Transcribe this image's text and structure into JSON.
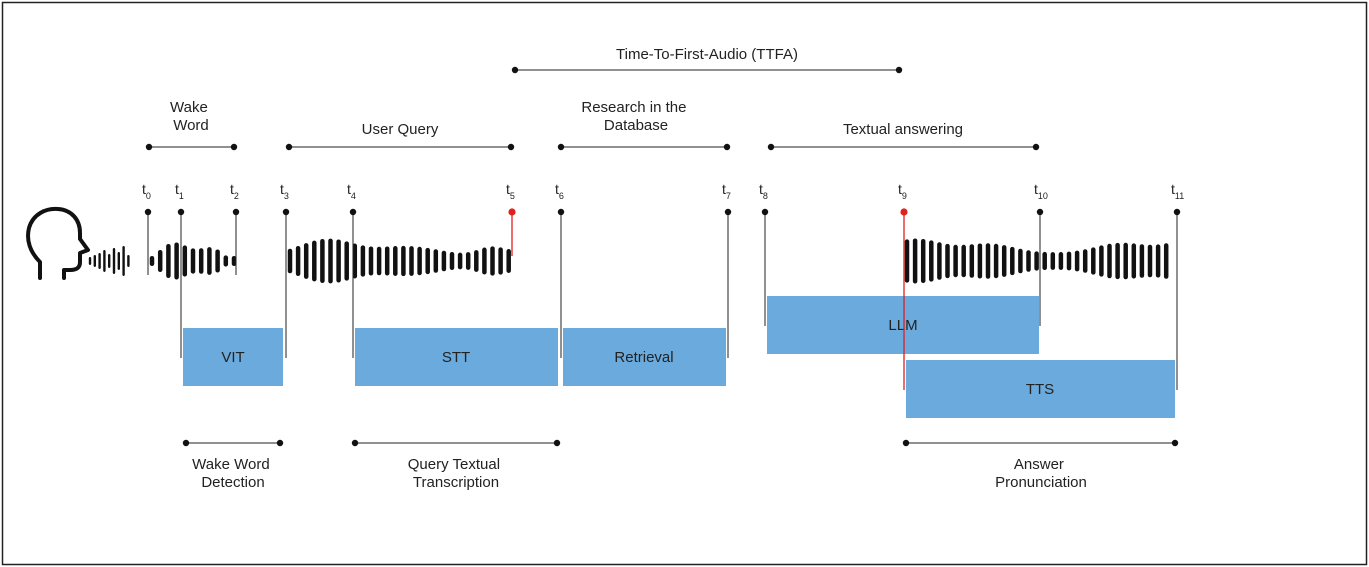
{
  "colors": {
    "block": "#6aaadc",
    "ink": "#222222",
    "accent": "#e0211d",
    "frame": "#222222"
  },
  "icons": {
    "speaker": "speaking-head-icon"
  },
  "ttfa": {
    "label": "Time-To-First-Audio (TTFA)"
  },
  "top_spans": [
    {
      "label": [
        "Wake",
        "Word"
      ]
    },
    {
      "label": [
        "User Query"
      ]
    },
    {
      "label": [
        "Research in the",
        "Database"
      ]
    },
    {
      "label": [
        "Textual answering"
      ]
    }
  ],
  "ticks": [
    {
      "base": "t",
      "sub": "0"
    },
    {
      "base": "t",
      "sub": "1"
    },
    {
      "base": "t",
      "sub": "2"
    },
    {
      "base": "t",
      "sub": "3"
    },
    {
      "base": "t",
      "sub": "4"
    },
    {
      "base": "t",
      "sub": "5",
      "highlight": true
    },
    {
      "base": "t",
      "sub": "6"
    },
    {
      "base": "t",
      "sub": "7"
    },
    {
      "base": "t",
      "sub": "8"
    },
    {
      "base": "t",
      "sub": "9",
      "highlight": true
    },
    {
      "base": "t",
      "sub": "10"
    },
    {
      "base": "t",
      "sub": "11"
    }
  ],
  "blocks": [
    {
      "label": "VIT"
    },
    {
      "label": "STT"
    },
    {
      "label": "Retrieval"
    },
    {
      "label": "LLM"
    },
    {
      "label": "TTS"
    }
  ],
  "bottom_spans": [
    {
      "label": [
        "Wake Word",
        "Detection"
      ]
    },
    {
      "label": [
        "Query Textual",
        "Transcription"
      ]
    },
    {
      "label": [
        "Answer",
        "Pronunciation"
      ]
    }
  ]
}
